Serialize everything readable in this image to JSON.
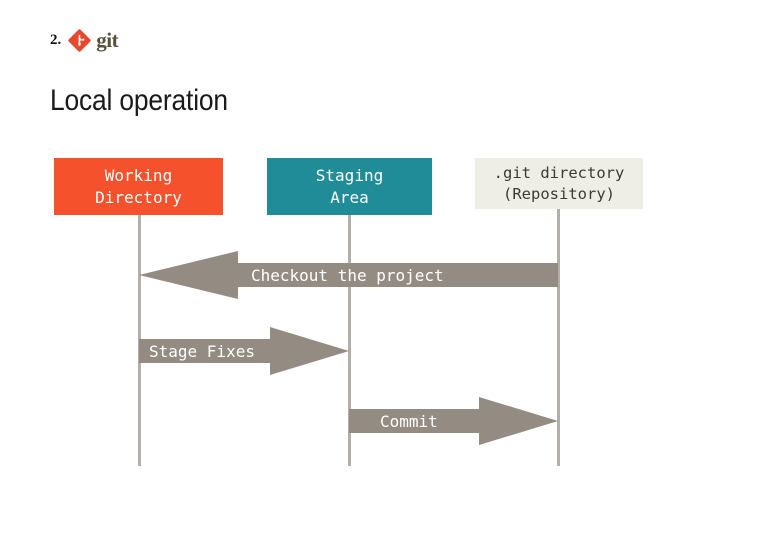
{
  "slide": {
    "number": "2.",
    "brand_name": "git",
    "brand_logo_icon": "git-diamond-logo-icon",
    "title": "Local operation"
  },
  "colors": {
    "working_directory_bg": "#f4512c",
    "staging_area_bg": "#1f8c97",
    "git_directory_bg": "#eeeee6",
    "arrow": "#948c83",
    "lifeline": "#b3aeaa",
    "box_text_light": "#ffffff",
    "git_directory_text": "#3b3b36",
    "title_text": "#1a1a1a",
    "wordmark_text": "#55513f"
  },
  "diagram": {
    "nodes": [
      {
        "id": "working-directory",
        "label": "Working\nDirectory"
      },
      {
        "id": "staging-area",
        "label": "Staging\nArea"
      },
      {
        "id": "git-directory",
        "label": ".git directory\n(Repository)"
      }
    ],
    "arrows": [
      {
        "id": "checkout",
        "label": "Checkout the project",
        "direction": "left",
        "from": "git-directory",
        "to": "working-directory"
      },
      {
        "id": "stage-fixes",
        "label": "Stage Fixes",
        "direction": "right",
        "from": "working-directory",
        "to": "staging-area"
      },
      {
        "id": "commit",
        "label": "Commit",
        "direction": "right",
        "from": "staging-area",
        "to": "git-directory"
      }
    ]
  }
}
